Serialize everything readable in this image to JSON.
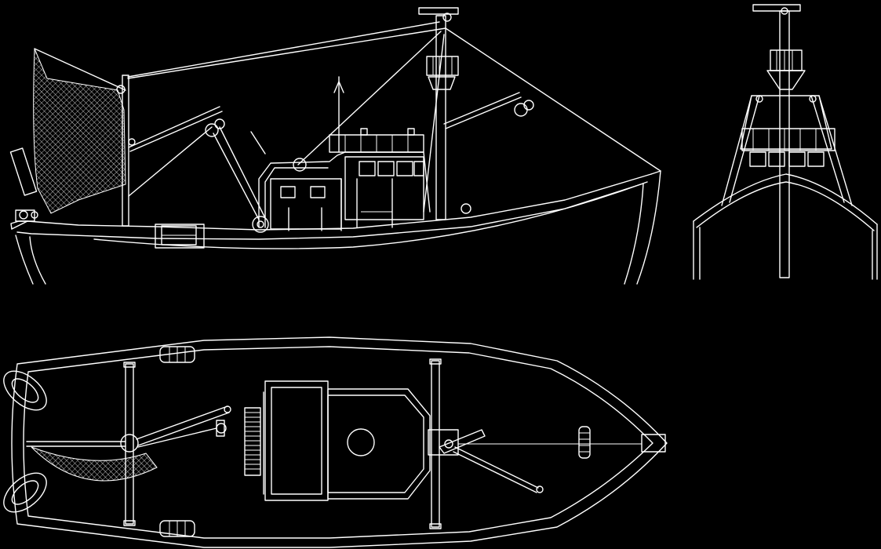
{
  "drawing": {
    "background": "#000000",
    "line_color": "#ffffff",
    "views": [
      "side-elevation",
      "front-elevation",
      "plan-view"
    ]
  }
}
